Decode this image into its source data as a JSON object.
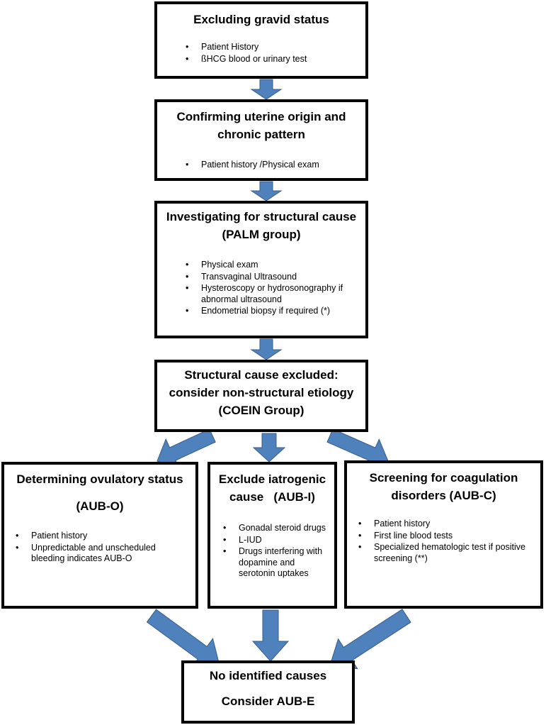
{
  "boxes": {
    "gravid": {
      "title": "Excluding gravid status",
      "bullets": [
        "Patient History",
        "ßHCG blood or urinary test"
      ]
    },
    "uterine": {
      "title_line1": "Confirming uterine origin and",
      "title_line2": "chronic pattern",
      "bullets": [
        "Patient history /Physical exam"
      ]
    },
    "structural": {
      "title_line1": "Investigating for structural cause",
      "title_line2": "(PALM group)",
      "bullets": [
        "Physical exam",
        "Transvaginal Ultrasound",
        "Hysteroscopy or hydrosonography if abnormal ultrasound",
        "Endometrial biopsy if required (*)"
      ]
    },
    "excluded": {
      "title_line1": "Structural cause excluded:",
      "title_line2": "consider non-structural etiology",
      "title_line3": "(COEIN Group)"
    },
    "ovulatory": {
      "title": "Determining ovulatory status",
      "subtitle": "(AUB-O)",
      "bullets": [
        "Patient history",
        "Unpredictable  and unscheduled bleeding indicates AUB-O"
      ]
    },
    "iatrogenic": {
      "title_line1": "Exclude iatrogenic",
      "title_line2": "cause   (AUB-I)",
      "bullets": [
        "Gonadal steroid drugs",
        "L-IUD",
        "Drugs interfering with dopamine and serotonin uptakes"
      ]
    },
    "coagulation": {
      "title_line1": "Screening for coagulation",
      "title_line2": "disorders (AUB-C)",
      "bullets": [
        "Patient history",
        "First line blood tests",
        "Specialized hematologic test if positive screening (**)"
      ]
    },
    "none": {
      "title": "No identified causes",
      "subtitle": "Consider AUB-E"
    }
  },
  "colors": {
    "arrow_fill": "#4F81BD",
    "arrow_stroke": "#385D8A",
    "border": "#000000"
  }
}
